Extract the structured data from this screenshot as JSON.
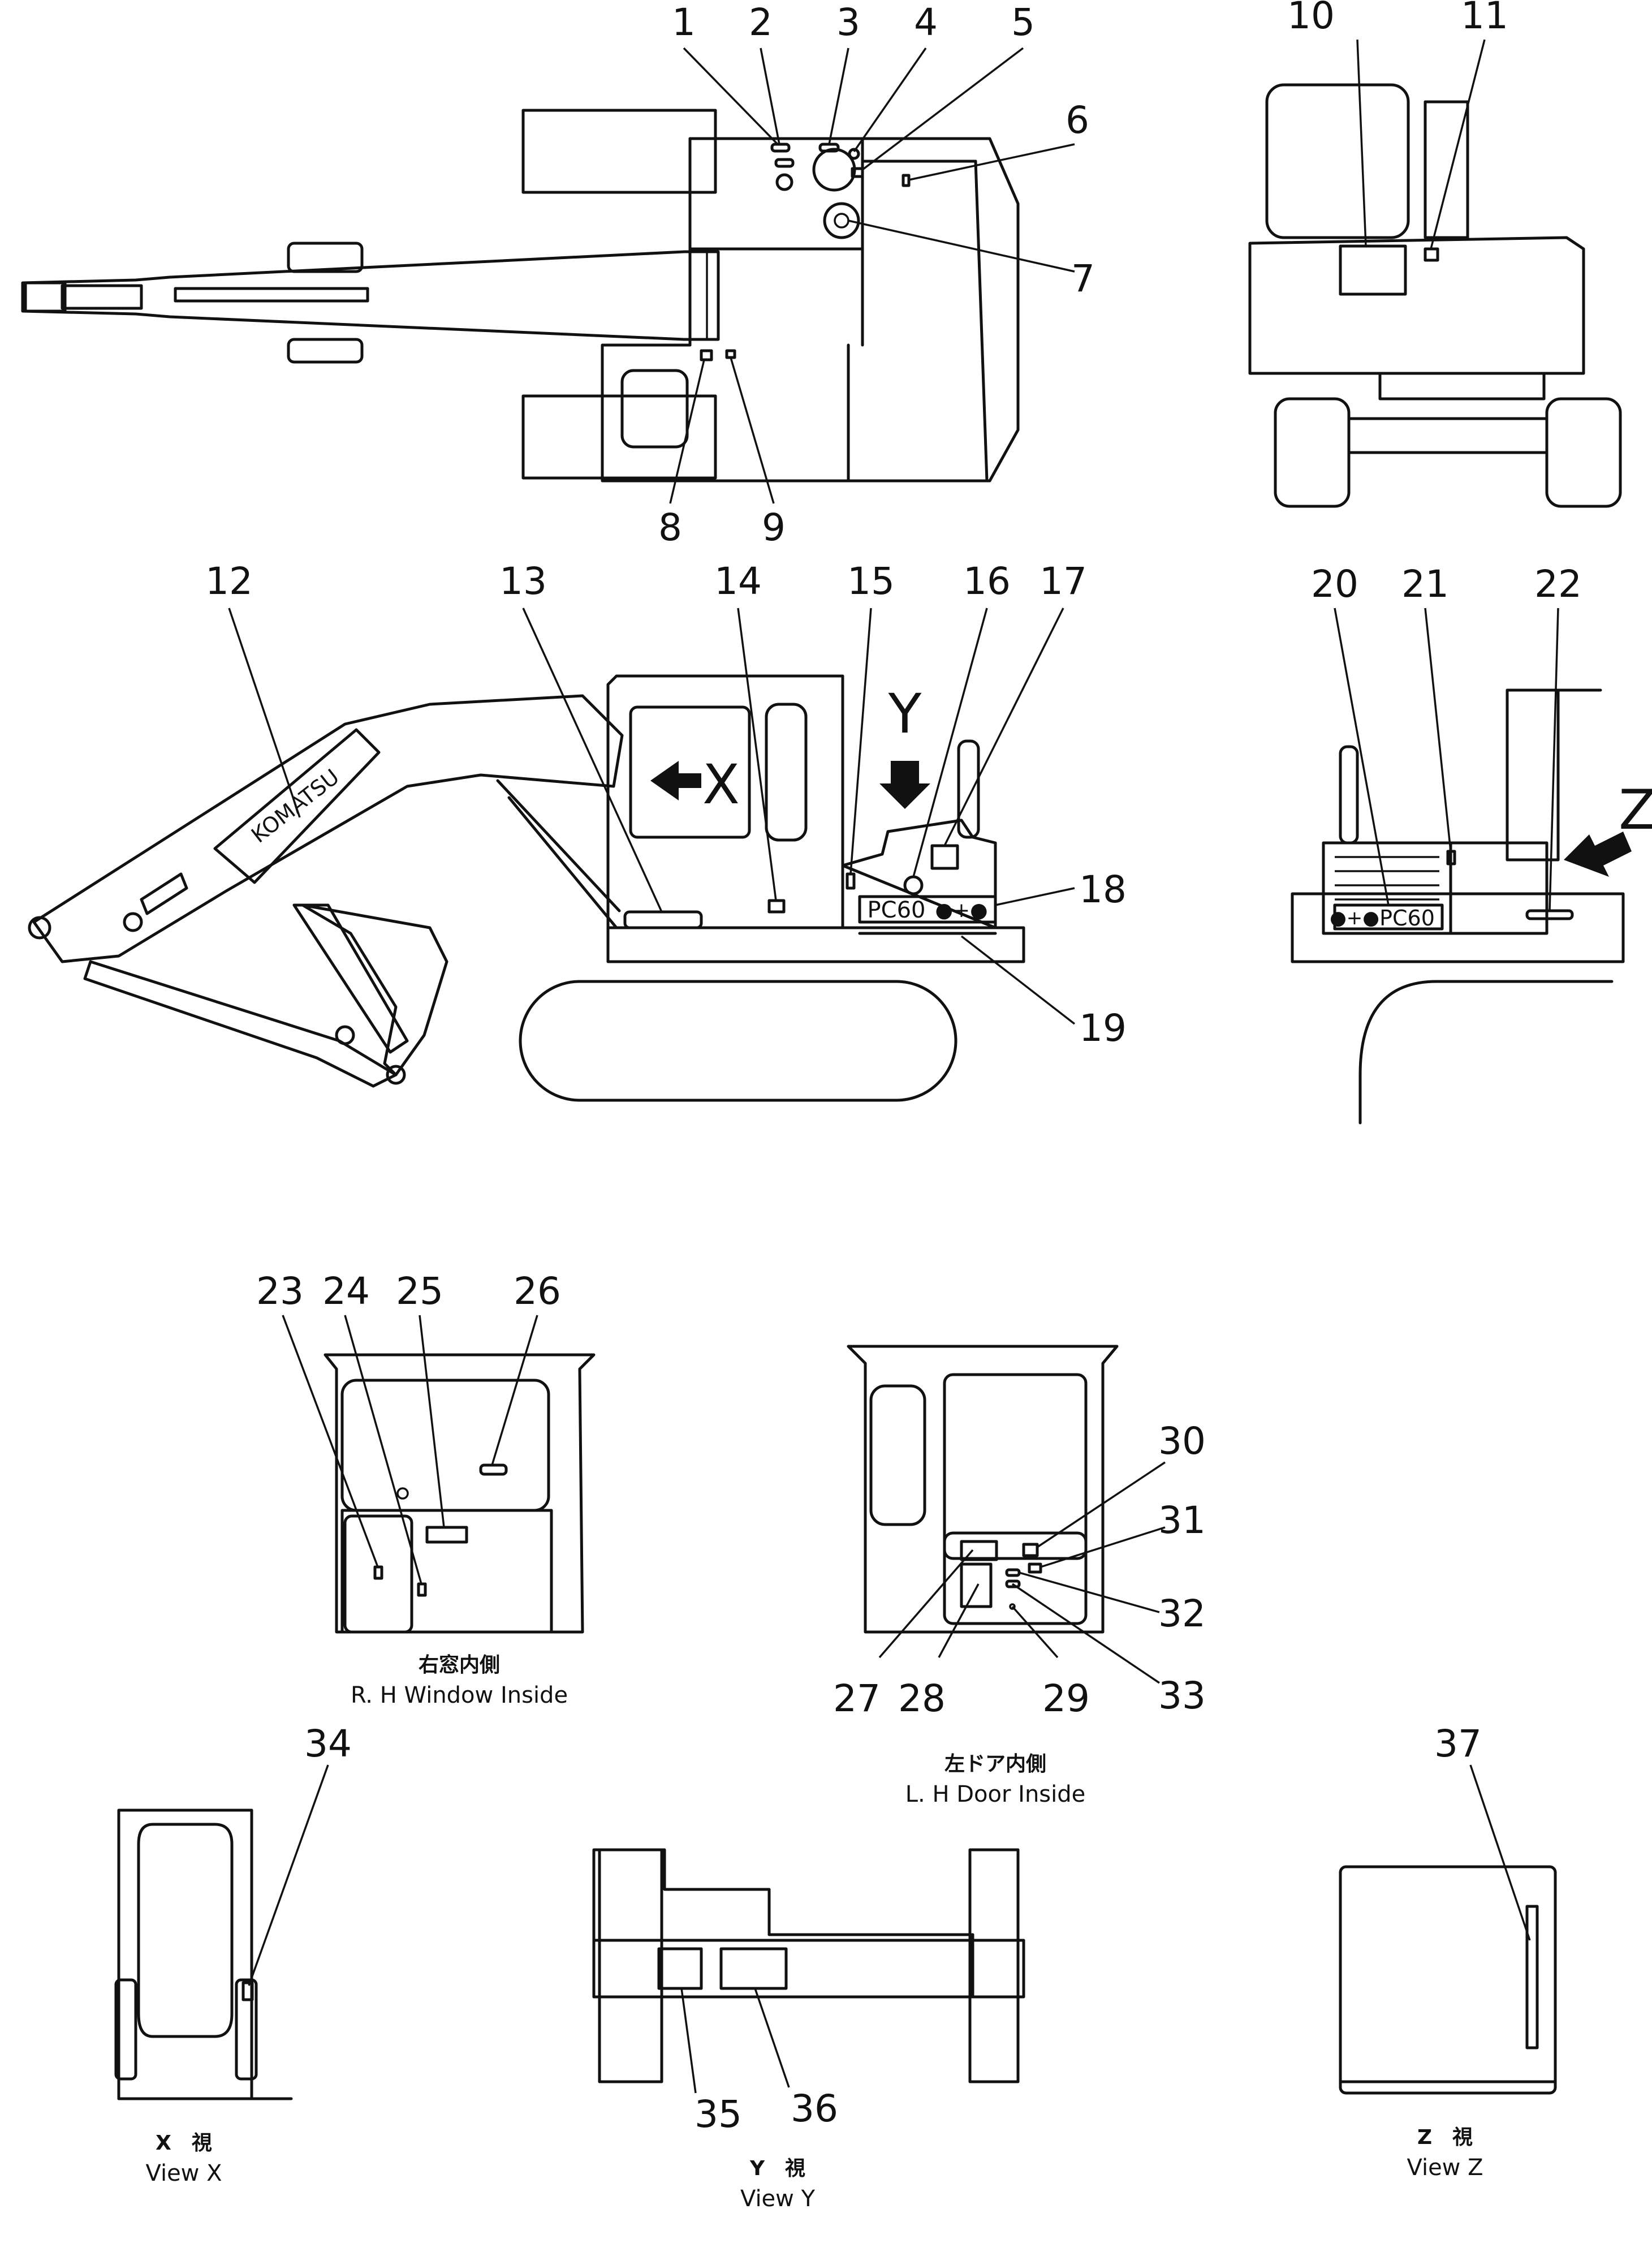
{
  "callouts": [
    "1",
    "2",
    "3",
    "4",
    "5",
    "6",
    "7",
    "8",
    "9",
    "10",
    "11",
    "12",
    "13",
    "14",
    "15",
    "16",
    "17",
    "18",
    "19",
    "20",
    "21",
    "22",
    "23",
    "24",
    "25",
    "26",
    "27",
    "28",
    "29",
    "30",
    "31",
    "32",
    "33",
    "34",
    "35",
    "36",
    "37"
  ],
  "view_letters": {
    "x": "X",
    "y": "Y",
    "z": "Z"
  },
  "boom_text": "KOMATSU",
  "model_plate": "PC60",
  "captions": {
    "rh_window_jp": "右窓内側",
    "rh_window_en": "R. H  Window  Inside",
    "lh_door_jp": "左ドア内側",
    "lh_door_en": "L. H  Door  Inside",
    "view_x_jp": "X　視",
    "view_x_en": "View  X",
    "view_y_jp": "Y　視",
    "view_y_en": "View  Y",
    "view_z_jp": "Z　視",
    "view_z_en": "View  Z"
  }
}
